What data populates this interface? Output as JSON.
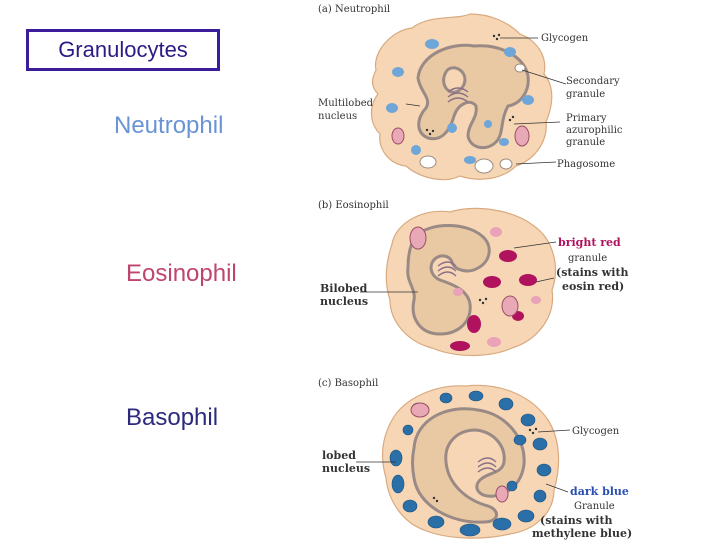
{
  "title": "Granulocytes",
  "cells": {
    "neutrophil": {
      "side_label": "Neutrophil",
      "caption": "(a) Neutrophil",
      "labels": {
        "glycogen": "Glycogen",
        "secondary_1": "Secondary",
        "secondary_2": "granule",
        "multilobed_1": "Multilobed",
        "multilobed_2": "nucleus",
        "primary_1": "Primary",
        "primary_2": "azurophilic",
        "primary_3": "granule",
        "phagosome": "Phagosome"
      }
    },
    "eosinophil": {
      "side_label": "Eosinophil",
      "caption": "(b) Eosinophil",
      "labels": {
        "bright_red": "bright red",
        "granule": "granule",
        "stains_1": "(stains with",
        "stains_2": "eosin red)",
        "bilobed_1": "Bilobed",
        "bilobed_2": "nucleus"
      }
    },
    "basophil": {
      "side_label": "Basophil",
      "caption": "(c) Basophil",
      "labels": {
        "glycogen": "Glycogen",
        "lobed_1": "lobed",
        "lobed_2": "nucleus",
        "dark_blue": "dark blue",
        "granule": "Granule",
        "stains_1": "(stains with",
        "stains_2": "methylene blue)"
      }
    }
  },
  "colors": {
    "title_border": "#3b1c9a",
    "cytoplasm": "#f6d6b4",
    "nucleus": "#e9c8a4",
    "azure_granule": "#6fa6d8",
    "eosin_granule": "#b0125e",
    "basophil_granule": "#2a6fa8"
  }
}
